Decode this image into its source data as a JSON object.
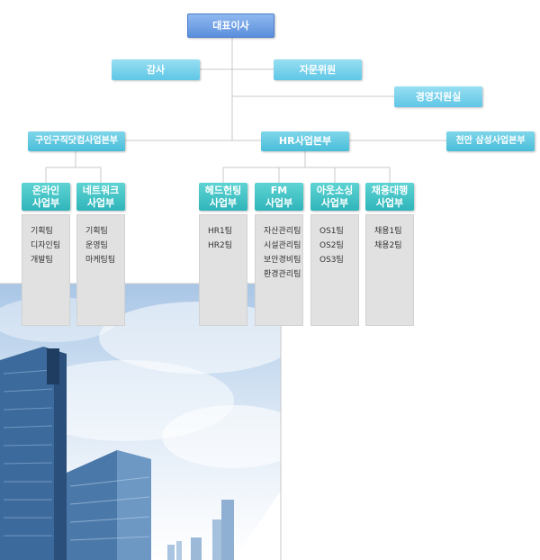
{
  "ceo": "대표이사",
  "audit": "감사",
  "advisory": "자문위원",
  "management_support": "경영지원실",
  "divisions": {
    "job_portal": "구인구직닷컴사업본부",
    "hr": "HR사업본부",
    "cheonan": "천안 삼성사업본부"
  },
  "departments": [
    {
      "name": [
        "온라인",
        "사업부"
      ],
      "teams": [
        "기획팀",
        "디자인팀",
        "개발팀"
      ]
    },
    {
      "name": [
        "네트워크",
        "사업부"
      ],
      "teams": [
        "기획팀",
        "운영팀",
        "마케팅팀"
      ]
    },
    {
      "name": [
        "헤드헌팅",
        "사업부"
      ],
      "teams": [
        "HR1팀",
        "HR2팀"
      ]
    },
    {
      "name": [
        "FM",
        "사업부"
      ],
      "teams": [
        "자산관리팀",
        "시설관리팀",
        "보안경비팀",
        "환경관리팀"
      ]
    },
    {
      "name": [
        "아웃소싱",
        "사업부"
      ],
      "teams": [
        "OS1팀",
        "OS2팀",
        "OS3팀"
      ]
    },
    {
      "name": [
        "채용대행",
        "사업부"
      ],
      "teams": [
        "채용1팀",
        "채용2팀"
      ]
    }
  ],
  "colors": {
    "ceo_box": "#5b8fdc",
    "staff_box": "#5fc6e6",
    "division_box": "#49bdd9",
    "department_box": "#2fb5ba",
    "team_panel": "#e1e1e1",
    "connector": "#c8c8c8"
  }
}
